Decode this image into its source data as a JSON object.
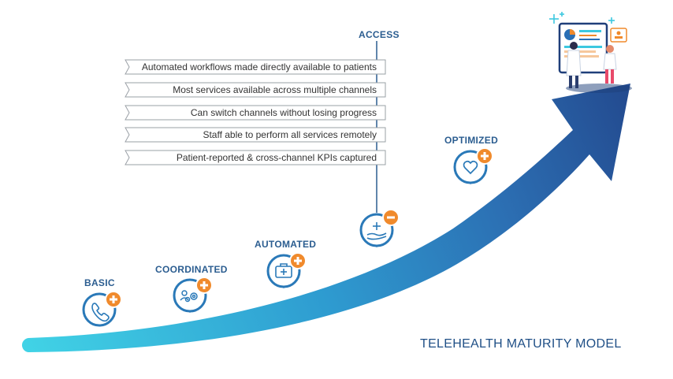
{
  "title": "TELEHEALTH MATURITY MODEL",
  "stages": {
    "basic": {
      "label": "BASIC",
      "icon": "phone-icon"
    },
    "coordinated": {
      "label": "COORDINATED",
      "icon": "gears-people-icon"
    },
    "automated": {
      "label": "AUTOMATED",
      "icon": "medical-kit-icon"
    },
    "access": {
      "label": "ACCESS",
      "icon": "hand-care-icon"
    },
    "optimized": {
      "label": "OPTIMIZED",
      "icon": "heart-icon"
    }
  },
  "access_features": [
    "Automated workflows made directly available to patients",
    "Most services available across multiple channels",
    "Can switch channels without losing progress",
    "Staff able to perform all services remotely",
    "Patient-reported & cross-channel KPIs captured"
  ],
  "colors": {
    "arrow_start": "#41d3e6",
    "arrow_end": "#234a8f",
    "accent_orange": "#f08a2c",
    "text_blue": "#2b5d90"
  }
}
